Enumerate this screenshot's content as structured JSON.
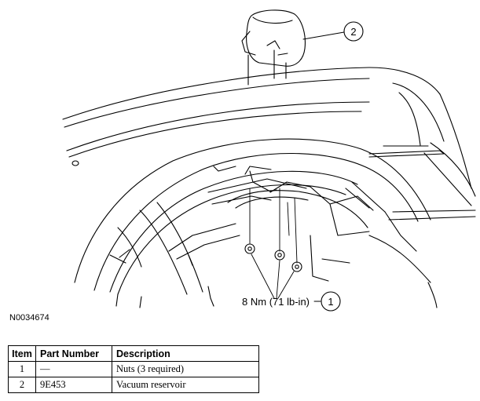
{
  "callouts": {
    "one": "1",
    "two": "2"
  },
  "torque_label": "8 Nm (71 lb-in)",
  "figure_id": "N0034674",
  "table": {
    "headers": [
      "Item",
      "Part Number",
      "Description"
    ],
    "rows": [
      {
        "item": "1",
        "part_number": "—",
        "description": "Nuts (3 required)"
      },
      {
        "item": "2",
        "part_number": "9E453",
        "description": "Vacuum reservoir"
      }
    ]
  }
}
